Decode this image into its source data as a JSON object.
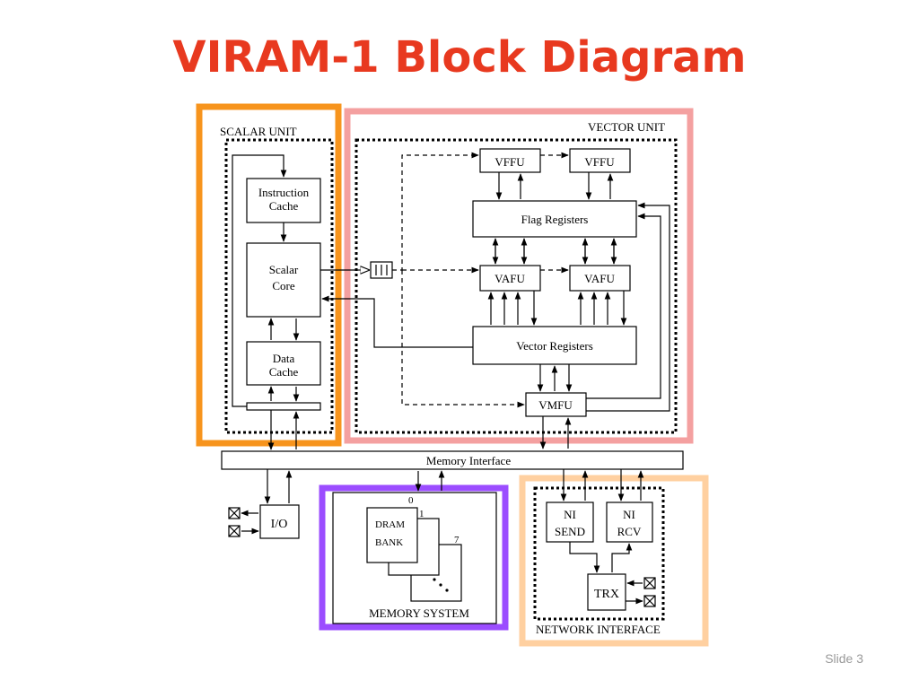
{
  "slide": {
    "title": "VIRAM-1 Block Diagram",
    "slide_number": "Slide 3"
  },
  "colors": {
    "title": "#e8391f",
    "scalar_highlight": "#f7941d",
    "vector_highlight": "#f4a0a0",
    "memory_highlight": "#9b4dff",
    "network_highlight": "#ffd0a0"
  },
  "scalar_unit": {
    "label": "SCALAR UNIT",
    "instruction_cache": [
      "Instruction",
      "Cache"
    ],
    "scalar_core": [
      "Scalar",
      "Core"
    ],
    "data_cache": [
      "Data",
      "Cache"
    ]
  },
  "vector_unit": {
    "label": "VECTOR UNIT",
    "vffu_1": "VFFU",
    "vffu_2": "VFFU",
    "flag_registers": "Flag Registers",
    "vafu_1": "VAFU",
    "vafu_2": "VAFU",
    "vector_registers": "Vector Registers",
    "vmfu": "VMFU"
  },
  "memory_interface": "Memory Interface",
  "io": "I/O",
  "memory_system": {
    "label": "MEMORY SYSTEM",
    "dram_bank": [
      "DRAM",
      "BANK"
    ],
    "bank_indices": [
      "0",
      "1",
      "7"
    ]
  },
  "network_interface": {
    "label": "NETWORK  INTERFACE",
    "ni_send": [
      "NI",
      "SEND"
    ],
    "ni_rcv": [
      "NI",
      "RCV"
    ],
    "trx": "TRX"
  }
}
